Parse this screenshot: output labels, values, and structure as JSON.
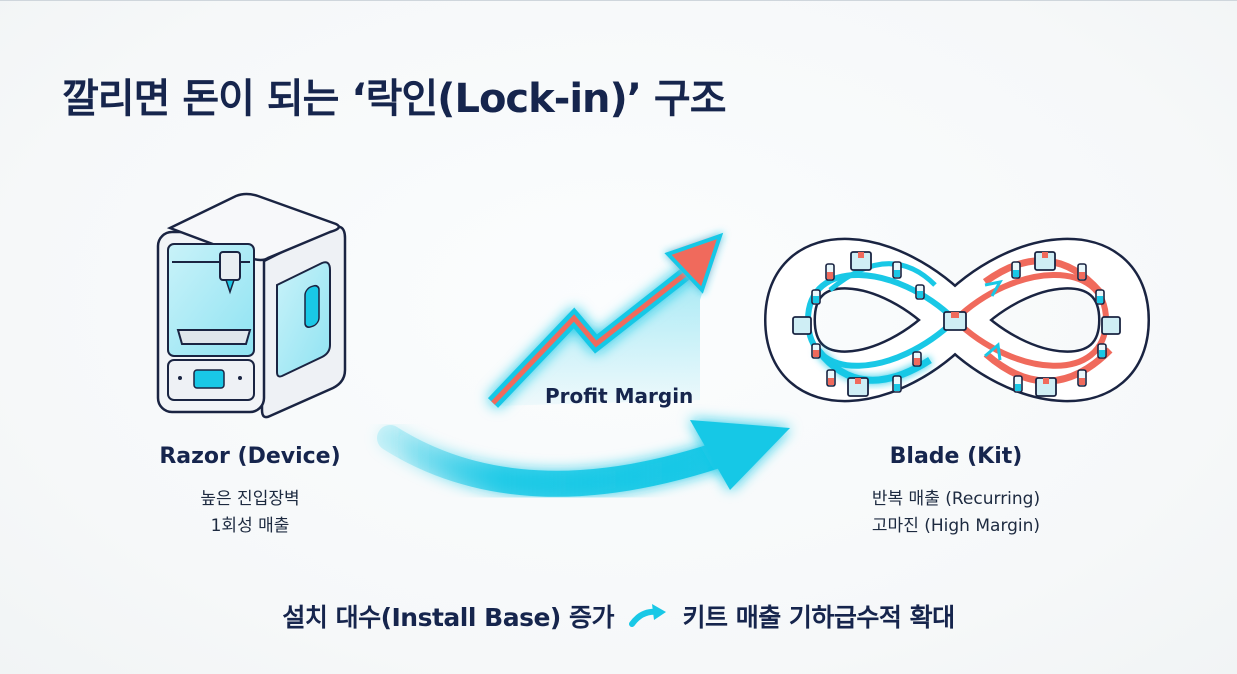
{
  "title": "깔리면 돈이 되는 ‘락인(Lock-in)’ 구조",
  "razor": {
    "heading": "Razor (Device)",
    "line1": "높은 진입장벽",
    "line2": "1회성 매출"
  },
  "profit_label": "Profit Margin",
  "blade": {
    "heading": "Blade (Kit)",
    "line1": "반복 매출 (Recurring)",
    "line2": "고마진 (High Margin)"
  },
  "footer": {
    "left": "설치 대수(Install Base) 증가",
    "right": "키트 매출 기하급수적 확대"
  },
  "colors": {
    "navy": "#16254d",
    "cyan": "#19c8e6",
    "coral": "#f06a5c"
  },
  "icons": [
    "printer-device-icon",
    "profit-arrow-icon",
    "flow-arrow-icon",
    "infinity-loop-icon",
    "small-arrow-icon"
  ]
}
